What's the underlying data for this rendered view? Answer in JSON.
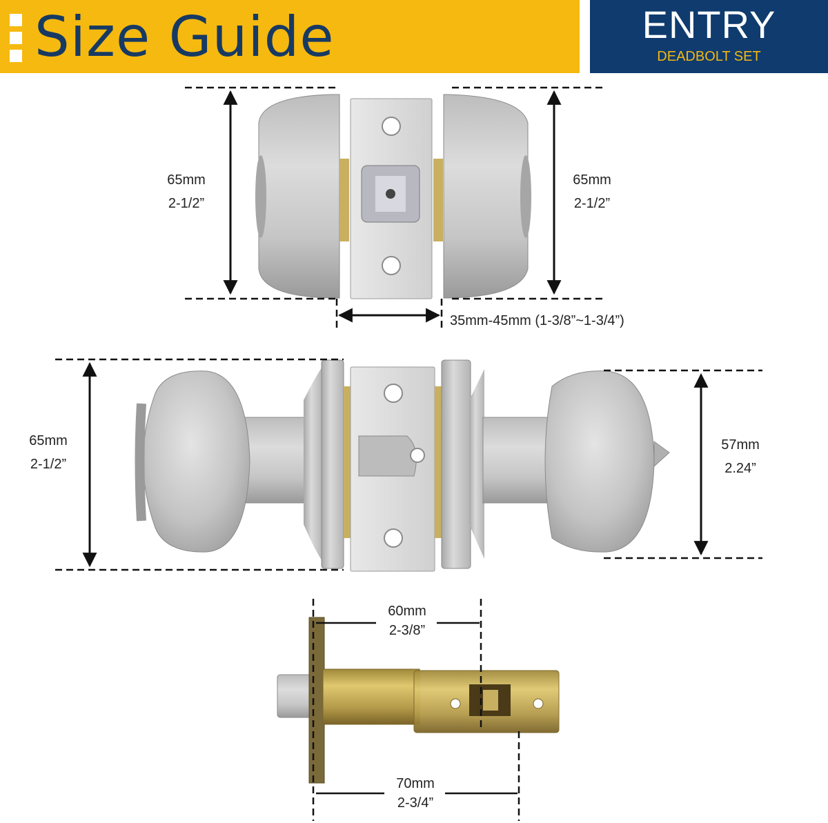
{
  "header": {
    "title": "Size Guide",
    "badge_title": "ENTRY",
    "badge_subtitle": "DEADBOLT SET"
  },
  "colors": {
    "header_bg": "#f6b90f",
    "title_text": "#173a63",
    "badge_bg": "#0f3b6e",
    "badge_subtitle": "#f6b90f"
  },
  "deadbolt": {
    "left_height_mm": "65mm",
    "left_height_in": "2-1/2”",
    "right_height_mm": "65mm",
    "right_height_in": "2-1/2”",
    "door_thickness": "35mm-45mm (1-3/8”~1-3/4”)"
  },
  "knob": {
    "left_height_mm": "65mm",
    "left_height_in": "2-1/2”",
    "right_height_mm": "57mm",
    "right_height_in": "2.24”"
  },
  "latch": {
    "backset_short_mm": "60mm",
    "backset_short_in": "2-3/8”",
    "backset_long_mm": "70mm",
    "backset_long_in": "2-3/4”"
  }
}
